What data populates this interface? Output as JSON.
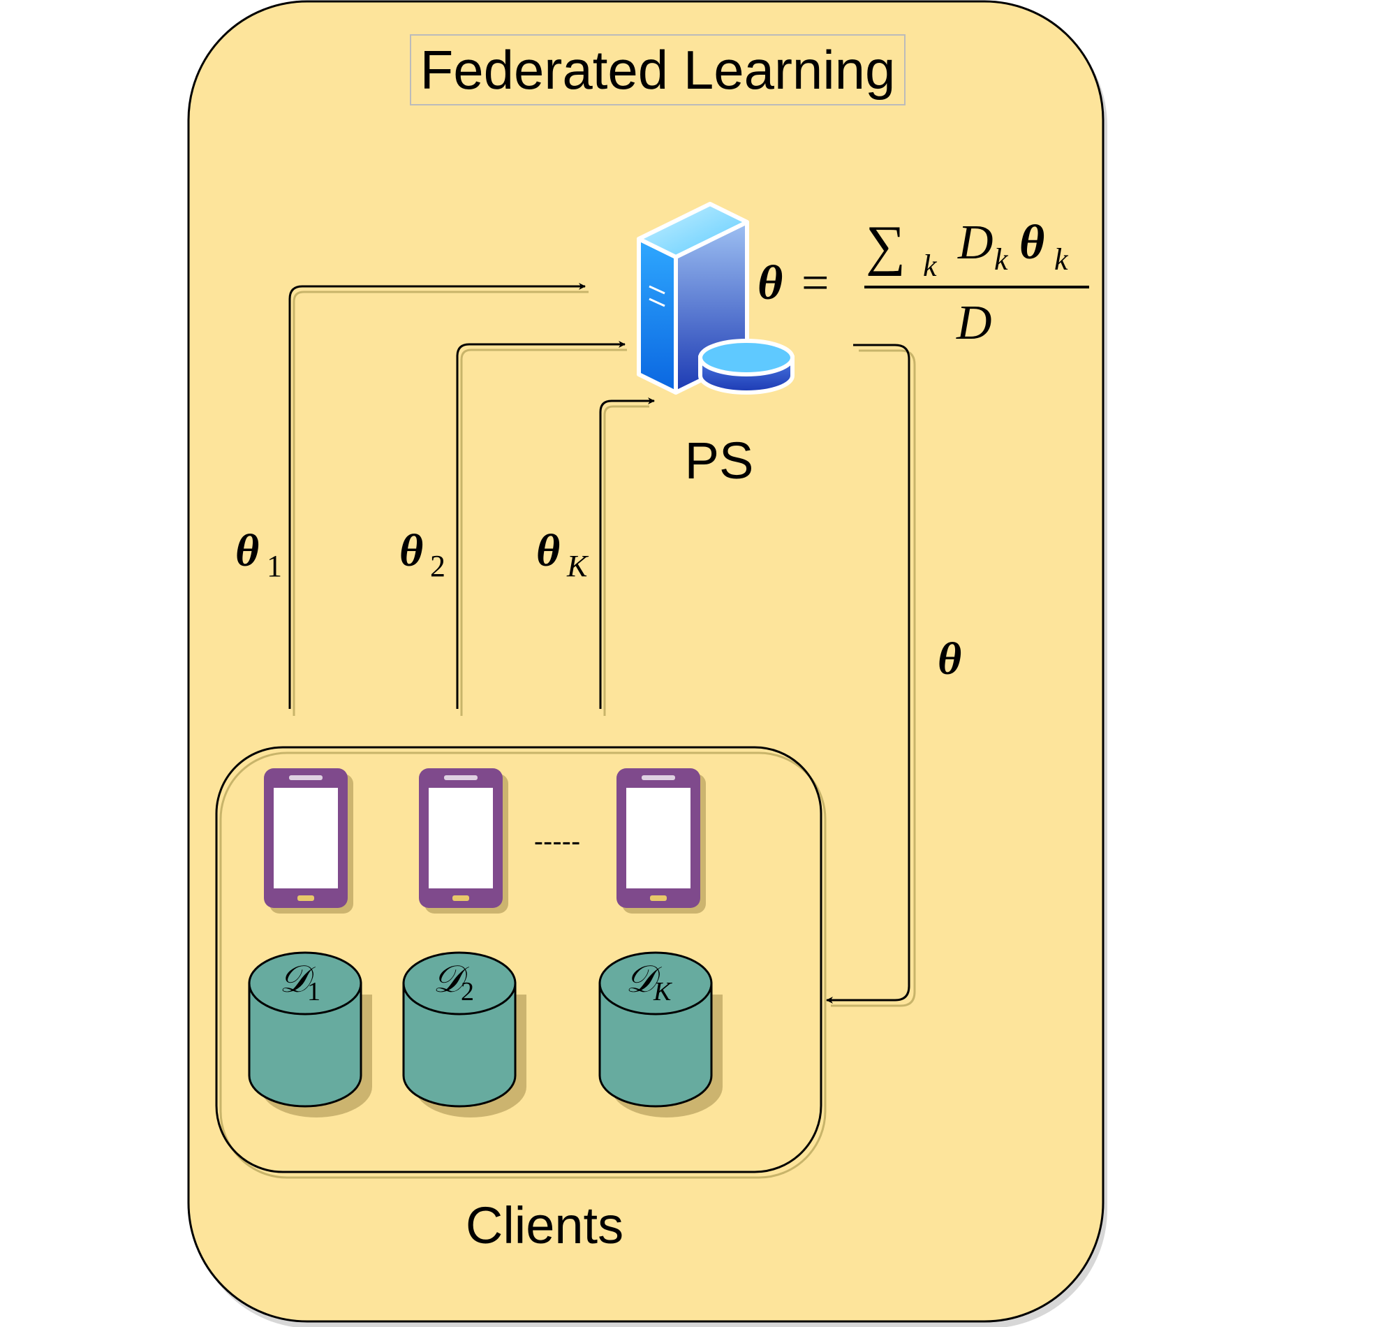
{
  "title": "Federated Learning",
  "server": {
    "label": "PS",
    "icon": "server-icon",
    "formula": {
      "lhs": "θ",
      "equals": "=",
      "numerator_sum": "∑",
      "numerator_sum_sub": "k",
      "numerator_d": "D",
      "numerator_d_sub": "k",
      "numerator_theta": "θ",
      "numerator_theta_sub": "k",
      "denominator": "D"
    }
  },
  "uplinks": [
    {
      "symbol": "θ",
      "subscript": "1"
    },
    {
      "symbol": "θ",
      "subscript": "2"
    },
    {
      "symbol": "θ",
      "subscript": "K"
    }
  ],
  "downlink": {
    "symbol": "θ"
  },
  "clients": {
    "label": "Clients",
    "devices": [
      {
        "icon": "phone-icon",
        "dataset_symbol": "𝒟",
        "dataset_subscript": "1"
      },
      {
        "icon": "phone-icon",
        "dataset_symbol": "𝒟",
        "dataset_subscript": "2"
      },
      {
        "icon": "phone-icon",
        "dataset_symbol": "𝒟",
        "dataset_subscript": "K"
      }
    ],
    "ellipsis": "-----"
  },
  "colors": {
    "background": "#fde49b",
    "phone": "#7f4a8c",
    "dataset": "#67ab9f",
    "server_blue": "#1e78e6",
    "arrow": "#000000"
  }
}
